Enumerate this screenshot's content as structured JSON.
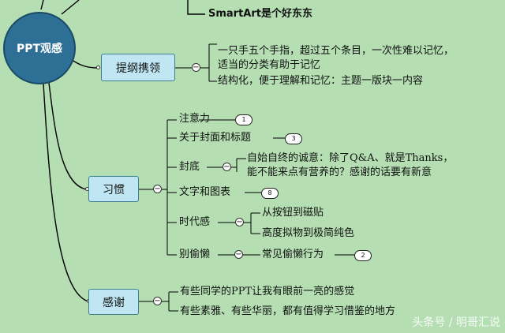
{
  "root": {
    "label": "PPT观感"
  },
  "top_note": "SmartArt是个好东东",
  "branches": {
    "outline": {
      "label": "提纲携领",
      "items": [
        "一只手五个手指，超过五个条目，一次性难以记忆，",
        "适当的分类有助于记忆",
        "结构化，便于理解和记忆：主题一版块一内容"
      ]
    },
    "habits": {
      "label": "习惯",
      "items": [
        {
          "label": "注意力",
          "badge": "1"
        },
        {
          "label": "关于封面和标题",
          "badge": "3"
        },
        {
          "label": "封底",
          "details": [
            "自始自终的诚意：除了Q&A、就是Thanks，",
            "能不能来点有营养的？感谢的话要有新意"
          ]
        },
        {
          "label": "文字和图表",
          "badge": "8"
        },
        {
          "label": "时代感",
          "children": [
            "从按钮到磁贴",
            "高度拟物到极简纯色"
          ]
        },
        {
          "label": "别偷懒",
          "children": [
            "常见偷懒行为"
          ],
          "badge": "2"
        }
      ]
    },
    "thanks": {
      "label": "感谢",
      "items": [
        "有些同学的PPT让我有眼前一亮的感觉",
        "有些素雅、有些华丽，都有值得学习借鉴的地方"
      ]
    }
  },
  "toggle_symbol": "−",
  "watermark": "头条号 / 明哥汇说"
}
